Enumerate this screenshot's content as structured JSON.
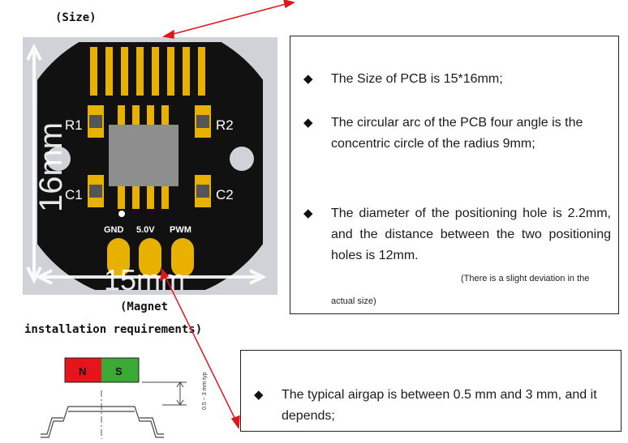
{
  "labels": {
    "size": "(Size)",
    "magnet_line1": "(Magnet",
    "magnet_line2": "installation requirements)"
  },
  "pcb": {
    "resistors": [
      "R1",
      "R2"
    ],
    "capacitors": [
      "C1",
      "C2"
    ],
    "pins": [
      "GND",
      "5.0V",
      "PWM"
    ],
    "dim_height": "16mm",
    "dim_width": "15mm"
  },
  "size_panel": {
    "items": [
      "The Size of PCB is 15*16mm;",
      "The circular arc of the PCB four angle is the concentric circle of the radius 9mm;",
      "The diameter of the positioning hole is 2.2mm, and the distance between the two positioning holes is 12mm."
    ],
    "note_line1": "(There is a slight deviation in the",
    "note_line2": "actual size)"
  },
  "magnet": {
    "north": "N",
    "south": "S",
    "gap_label": "0.5 ~ 3 mm typ"
  },
  "airgap_panel": {
    "item": "The typical airgap is between 0.5 mm and 3 mm, and it depends;"
  },
  "colors": {
    "pcb": "#111111",
    "gold": "#e8b100",
    "north": "#e8141b",
    "south": "#3aaa35",
    "arrow": "#e0161e"
  }
}
